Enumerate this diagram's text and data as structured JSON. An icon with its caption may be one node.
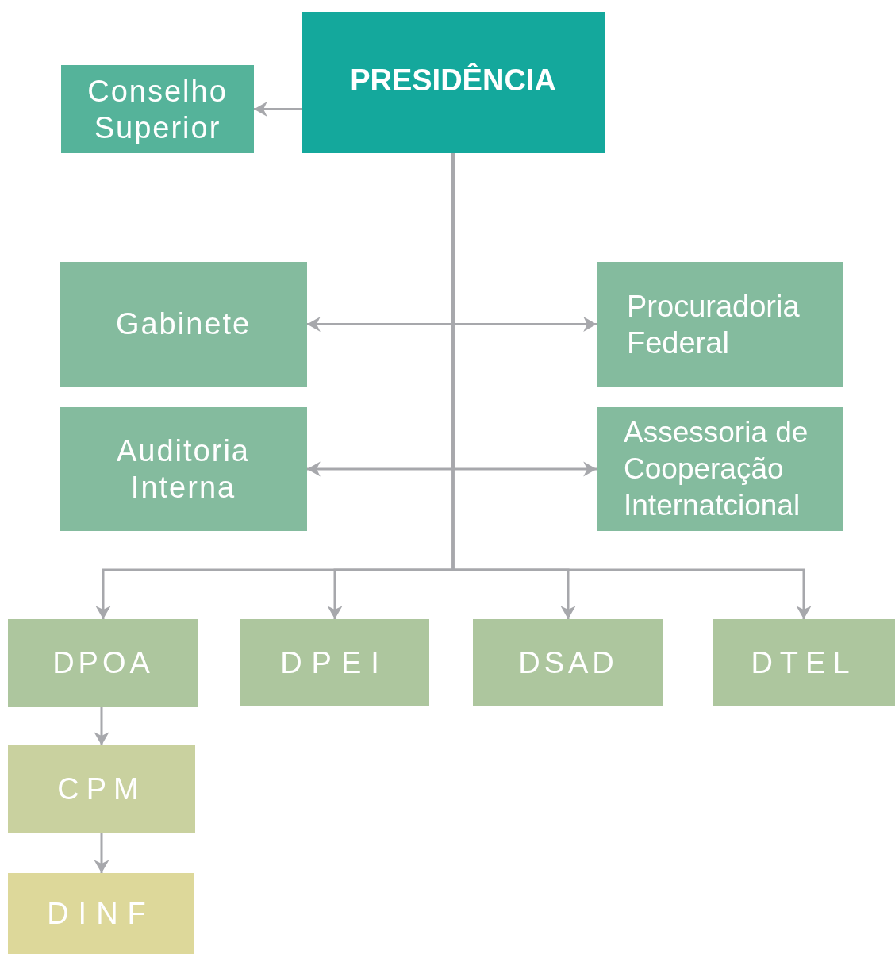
{
  "diagram": {
    "nodes": [
      {
        "text": [
          "PRESIDÊNCIA"
        ]
      },
      {
        "text": [
          "Conselho Superior"
        ]
      },
      {
        "text": [
          "Gabinete"
        ]
      },
      {
        "text": [
          "Procuradoria Federal"
        ]
      },
      {
        "text": [
          "Auditoria Interna"
        ]
      },
      {
        "text": [
          "Assessoria de Cooperação Internatcional"
        ]
      },
      {
        "text": [
          "DPOA"
        ]
      },
      {
        "text": [
          "DPEI"
        ]
      },
      {
        "text": [
          "DSAD"
        ]
      },
      {
        "text": [
          "DTEL"
        ]
      },
      {
        "text": [
          "CPM"
        ]
      },
      {
        "text": [
          "DINF"
        ]
      }
    ],
    "edges": [
      {
        "from": 0,
        "to": 1,
        "arrow": "to"
      },
      {
        "from": 0,
        "to": 2,
        "arrow": "to"
      },
      {
        "from": 0,
        "to": 3,
        "arrow": "to"
      },
      {
        "from": 0,
        "to": 4,
        "arrow": "to"
      },
      {
        "from": 0,
        "to": 5,
        "arrow": "to"
      },
      {
        "from": 0,
        "to": 6,
        "arrow": "to"
      },
      {
        "from": 0,
        "to": 7,
        "arrow": "to"
      },
      {
        "from": 0,
        "to": 8,
        "arrow": "to"
      },
      {
        "from": 0,
        "to": 9,
        "arrow": "to"
      },
      {
        "from": 6,
        "to": 10,
        "arrow": "to"
      },
      {
        "from": 10,
        "to": 11,
        "arrow": "to"
      }
    ]
  }
}
